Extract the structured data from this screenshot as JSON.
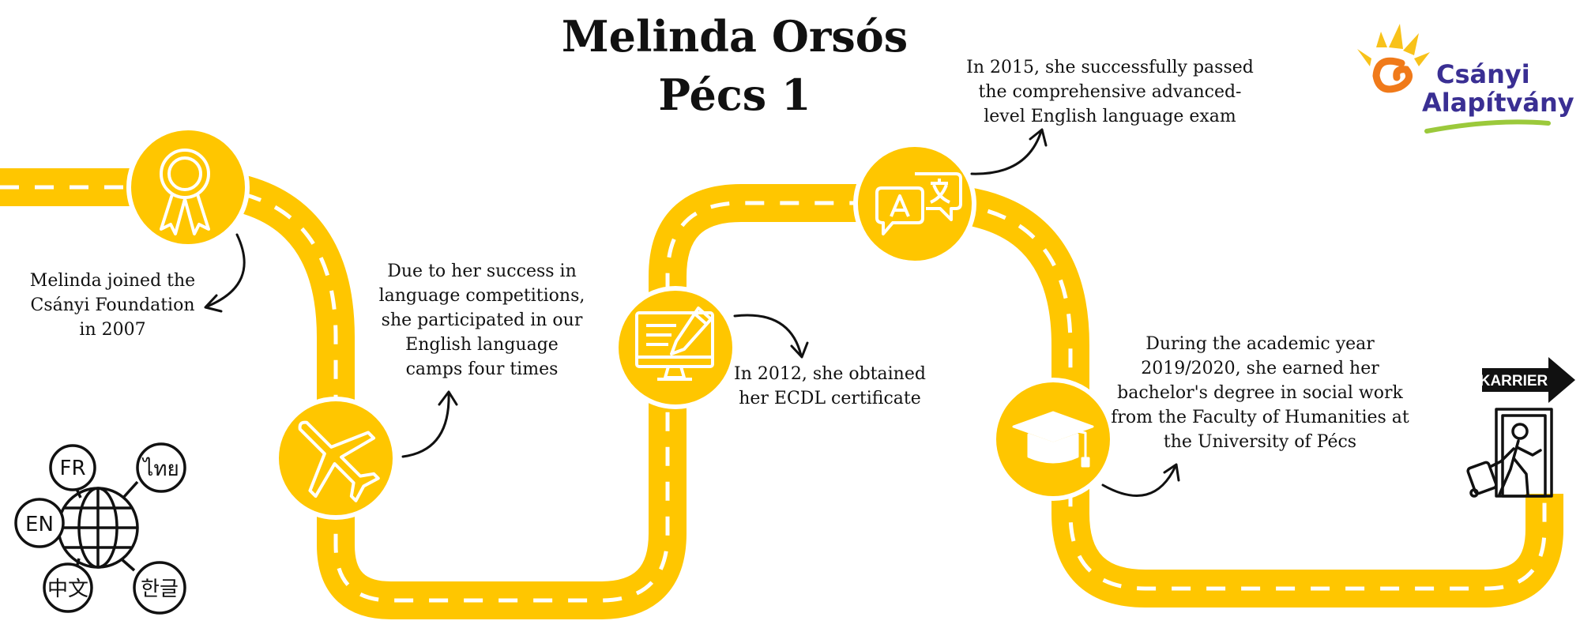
{
  "title": {
    "line1": "Melinda Orsós",
    "line2": "Pécs 1"
  },
  "logo": {
    "line1": "Csányi",
    "line2": "Alapítvány"
  },
  "milestones": [
    {
      "icon": "award-ribbon-icon",
      "lines": [
        "Melinda joined the",
        "Csányi Foundation",
        "in 2007"
      ]
    },
    {
      "icon": "airplane-icon",
      "lines": [
        "Due to her success in",
        "language competitions,",
        "she participated in our",
        "English language",
        "camps four times"
      ]
    },
    {
      "icon": "computer-certificate-icon",
      "lines": [
        "In 2012, she obtained",
        "her ECDL certificate"
      ]
    },
    {
      "icon": "translation-icon",
      "lines": [
        "In 2015, she successfully passed",
        "the comprehensive advanced-",
        "level English language exam"
      ]
    },
    {
      "icon": "graduation-cap-icon",
      "lines": [
        "During the academic year",
        "2019/2020, she earned her",
        "bachelor's degree in social work",
        "from the Faculty of Humanities at",
        "the University of Pécs"
      ]
    }
  ],
  "career_sign": "KARRIER",
  "languages": {
    "fr": "FR",
    "thai": "ไทย",
    "en": "EN",
    "zh": "中文",
    "ko": "한글"
  },
  "colors": {
    "road": "#FFC600",
    "dash": "#FFFFFF",
    "text": "#111111",
    "logo_blue": "#3A2F93",
    "logo_orange": "#F07A1A",
    "logo_yellow": "#F8C21A",
    "logo_green": "#9BC93B"
  }
}
